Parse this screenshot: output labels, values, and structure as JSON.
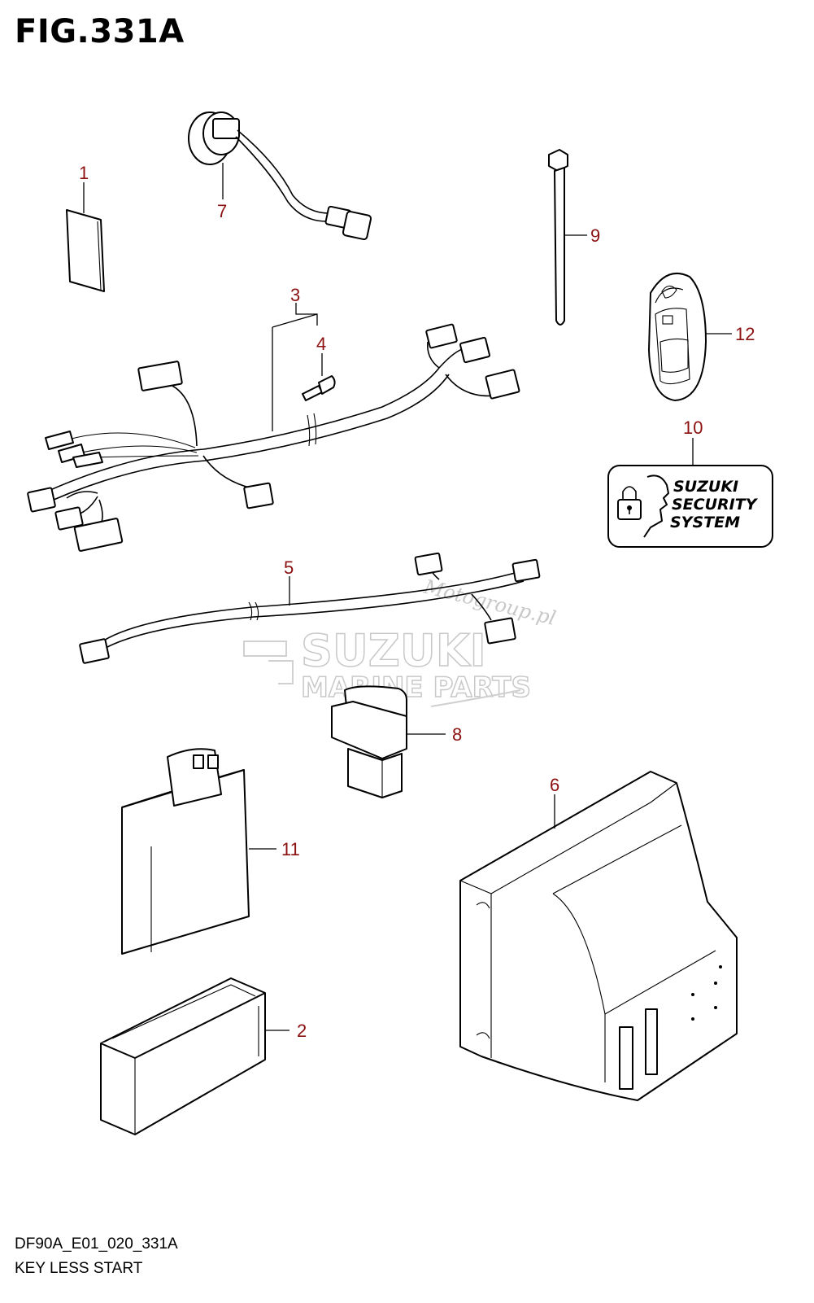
{
  "figure": {
    "title": "FIG.331A",
    "code": "DF90A_E01_020_331A",
    "name": "KEY LESS START"
  },
  "callouts": [
    "1",
    "2",
    "3",
    "4",
    "5",
    "6",
    "7",
    "8",
    "9",
    "10",
    "11",
    "12"
  ],
  "security_sign": {
    "line1": "SUZUKI",
    "line2": "SECURITY",
    "line3": "SYSTEM"
  },
  "watermark": {
    "brand": "SUZUKI",
    "sub": "MARINE PARTS",
    "site": "Motogroup.pl"
  }
}
